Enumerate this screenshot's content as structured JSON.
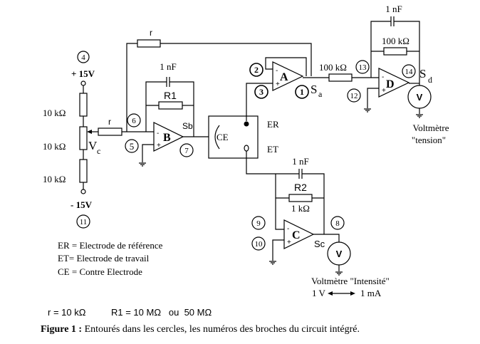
{
  "diagram": {
    "supply": {
      "plus_label": "+ 15V",
      "minus_label": "- 15V",
      "plus_pin": "4",
      "minus_pin": "11"
    },
    "divider": {
      "r_top": "10 kΩ",
      "r_mid": "10 kΩ",
      "r_bot": "10 kΩ",
      "wiper_label": "V",
      "wiper_sub": "c"
    },
    "resistors": {
      "r_input": "r",
      "r_feedback_top": "r"
    },
    "opamp_b": {
      "name": "B",
      "pin_minus": "6",
      "pin_plus": "5",
      "pin_out": "7",
      "out_label": "Sb",
      "cap": "1 nF",
      "res": "R1"
    },
    "cell": {
      "ce_label": "CE",
      "er_label": "ER",
      "et_label": "ET"
    },
    "opamp_a": {
      "name": "A",
      "pin_minus": "2",
      "pin_plus": "3",
      "pin_out": "1",
      "out_label": "S",
      "out_sub": "a"
    },
    "opamp_d": {
      "name": "D",
      "input_res": "100 kΩ",
      "pin_minus": "13",
      "pin_plus": "12",
      "pin_out": "14",
      "out_label": "S",
      "out_sub": "d",
      "cap": "1 nF",
      "res": "100 kΩ",
      "meter": "V",
      "meter_caption_1": "Voltmètre",
      "meter_caption_2": "\"tension\""
    },
    "opamp_c": {
      "name": "C",
      "pin_minus": "9",
      "pin_plus": "10",
      "pin_out": "8",
      "out_label": "Sc",
      "cap": "1 nF",
      "res": "R2",
      "res_value": "1 kΩ",
      "meter": "V",
      "meter_caption_1": "Voltmètre \"Intensité\"",
      "meter_scale_left": "1 V",
      "meter_scale_right": "1 mA"
    },
    "legend": [
      "ER = Electrode de référence",
      "ET= Electrode de travail",
      "CE = Contre Electrode"
    ],
    "values_line": {
      "r": "r = 10 kΩ",
      "r1": "R1 = 10 MΩ   ou  50 MΩ"
    },
    "caption": {
      "bold": "Figure 1 :",
      "text": " Entourés dans les cercles, les numéros des broches du circuit intégré."
    }
  }
}
